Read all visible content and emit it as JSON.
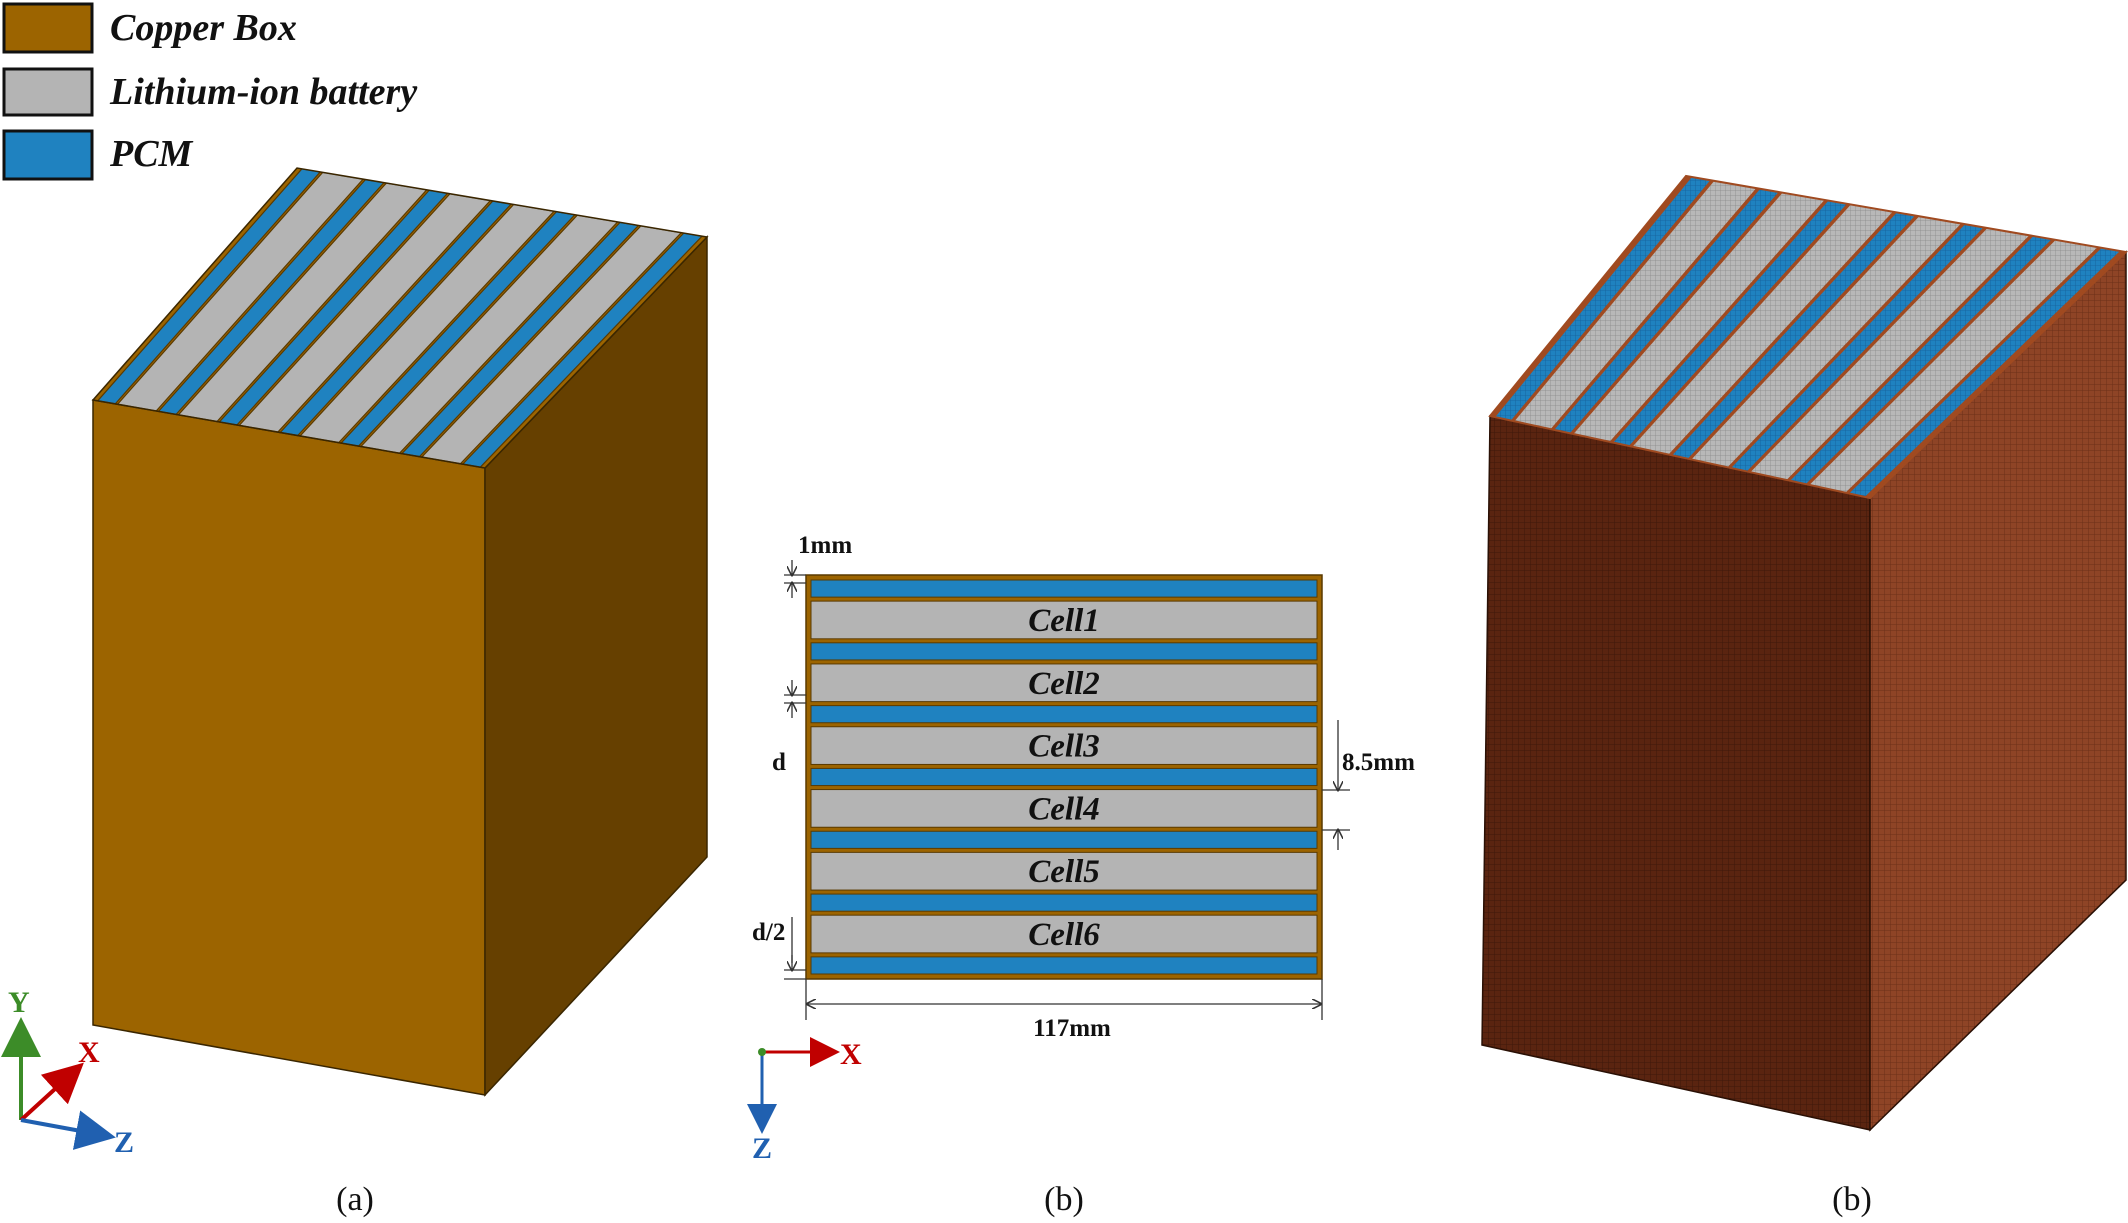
{
  "legend": [
    {
      "label": "Copper Box",
      "color": "#9C6400"
    },
    {
      "label": "Lithium-ion battery",
      "color": "#B4B4B4"
    },
    {
      "label": "PCM",
      "color": "#1F82C0"
    }
  ],
  "colors": {
    "copper_front": "#9C6400",
    "copper_side": "#664000",
    "battery": "#B4B4B4",
    "pcm": "#1F82C0",
    "mesh_front": "#5A2410",
    "mesh_side": "#8E4426",
    "axis_x": "#C00000",
    "axis_y": "#3C8C28",
    "axis_z": "#2060B0"
  },
  "panel_a": {
    "caption": "(a)",
    "axes": {
      "x": "X",
      "y": "Y",
      "z": "Z"
    }
  },
  "panel_b": {
    "caption": "(b)",
    "cells": [
      "1",
      "2",
      "3",
      "4",
      "5",
      "6"
    ],
    "cell_prefix": "Cell",
    "dimensions": {
      "top_gap": "1mm",
      "pitch": "d",
      "cell_height": "8.5mm",
      "half_pitch": "d/2",
      "width": "117mm"
    },
    "axes": {
      "x": "X",
      "z": "Z"
    }
  },
  "panel_c": {
    "caption": "(b)"
  }
}
